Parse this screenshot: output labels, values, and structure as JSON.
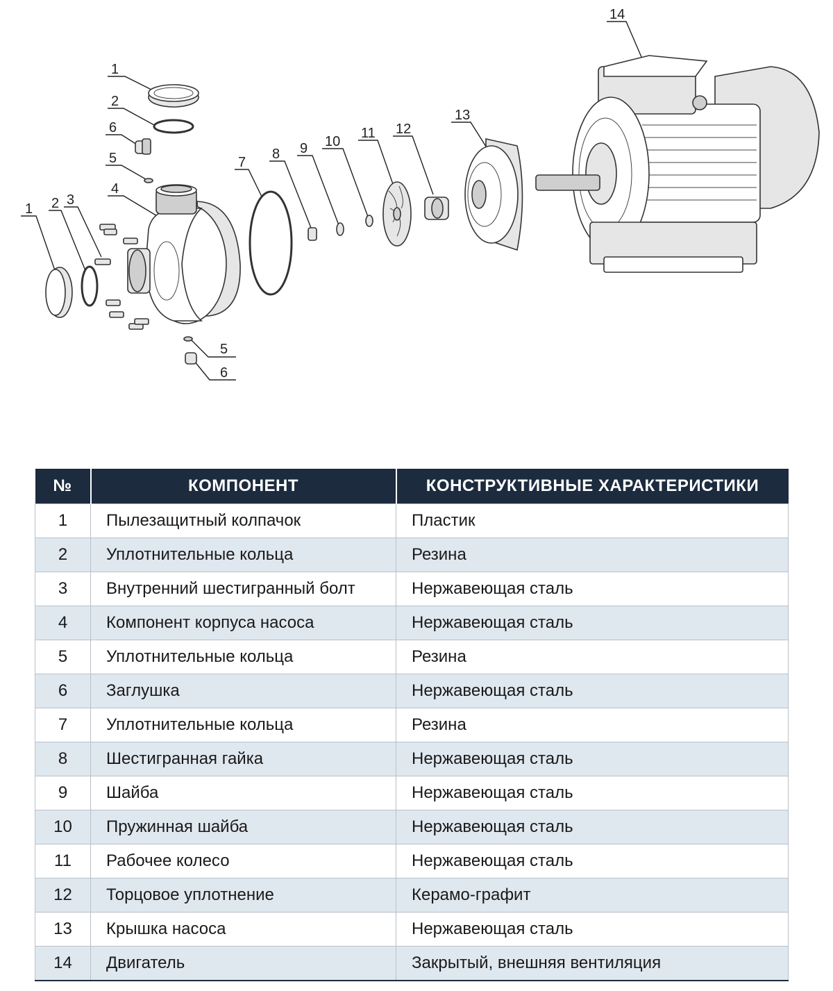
{
  "diagram": {
    "callouts": [
      "1",
      "2",
      "6",
      "5",
      "4",
      "1",
      "2",
      "3",
      "5",
      "6",
      "7",
      "8",
      "9",
      "10",
      "11",
      "12",
      "13",
      "14"
    ]
  },
  "table": {
    "headers": {
      "no": "№",
      "component": "КОМПОНЕНТ",
      "characteristics": "КОНСТРУКТИВНЫЕ ХАРАКТЕРИСТИКИ"
    },
    "rows": [
      {
        "no": "1",
        "component": "Пылезащитный колпачок",
        "characteristics": "Пластик"
      },
      {
        "no": "2",
        "component": "Уплотнительные кольца",
        "characteristics": "Резина"
      },
      {
        "no": "3",
        "component": "Внутренний шестигранный болт",
        "characteristics": "Нержавеющая сталь"
      },
      {
        "no": "4",
        "component": "Компонент корпуса насоса",
        "characteristics": "Нержавеющая сталь"
      },
      {
        "no": "5",
        "component": "Уплотнительные кольца",
        "characteristics": "Резина"
      },
      {
        "no": "6",
        "component": "Заглушка",
        "characteristics": "Нержавеющая сталь"
      },
      {
        "no": "7",
        "component": "Уплотнительные кольца",
        "characteristics": "Резина"
      },
      {
        "no": "8",
        "component": "Шестигранная гайка",
        "characteristics": "Нержавеющая сталь"
      },
      {
        "no": "9",
        "component": "Шайба",
        "characteristics": "Нержавеющая сталь"
      },
      {
        "no": "10",
        "component": "Пружинная шайба",
        "characteristics": "Нержавеющая сталь"
      },
      {
        "no": "11",
        "component": "Рабочее колесо",
        "characteristics": "Нержавеющая сталь"
      },
      {
        "no": "12",
        "component": "Торцовое уплотнение",
        "characteristics": "Керамо-графит"
      },
      {
        "no": "13",
        "component": "Крышка насоса",
        "characteristics": "Нержавеющая сталь"
      },
      {
        "no": "14",
        "component": "Двигатель",
        "characteristics": "Закрытый, внешняя вентиляция"
      }
    ]
  }
}
